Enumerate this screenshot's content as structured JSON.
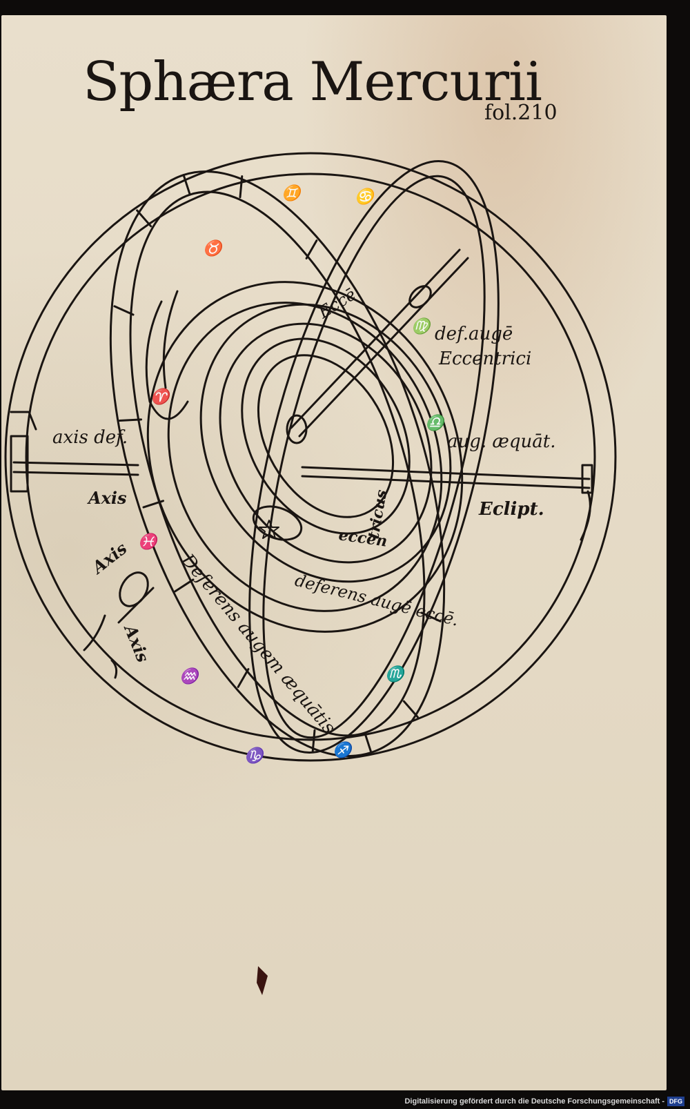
{
  "page": {
    "title": "Sphæra Mercurii",
    "folio": "fol.210"
  },
  "diagram": {
    "labels": {
      "eccentricus_top": "Eccē.",
      "def_auge_line1": "def.augē",
      "def_auge_line2": "Eccentrici",
      "axis_def": "axis def.",
      "aug_aequat": "aug. æquāt.",
      "axis_1": "Axis",
      "axis_2": "Axis",
      "axis_3": "Axis",
      "eclipt": "Eclipt.",
      "eccen": "eccen",
      "tricus": "tricus",
      "deferens_auge_ecce": "deferens augē eccē.",
      "deferens_augem_aequatis": "Deferens augem æquātis"
    },
    "zodiac_signs": [
      "♊",
      "♋",
      "♉",
      "♈",
      "♓",
      "♒",
      "♑",
      "♐",
      "♏",
      "♎",
      "♍"
    ]
  },
  "footer": {
    "credit": "Digitalisierung gefördert durch die Deutsche Forschungsgemeinschaft -",
    "badge": "DFG"
  }
}
